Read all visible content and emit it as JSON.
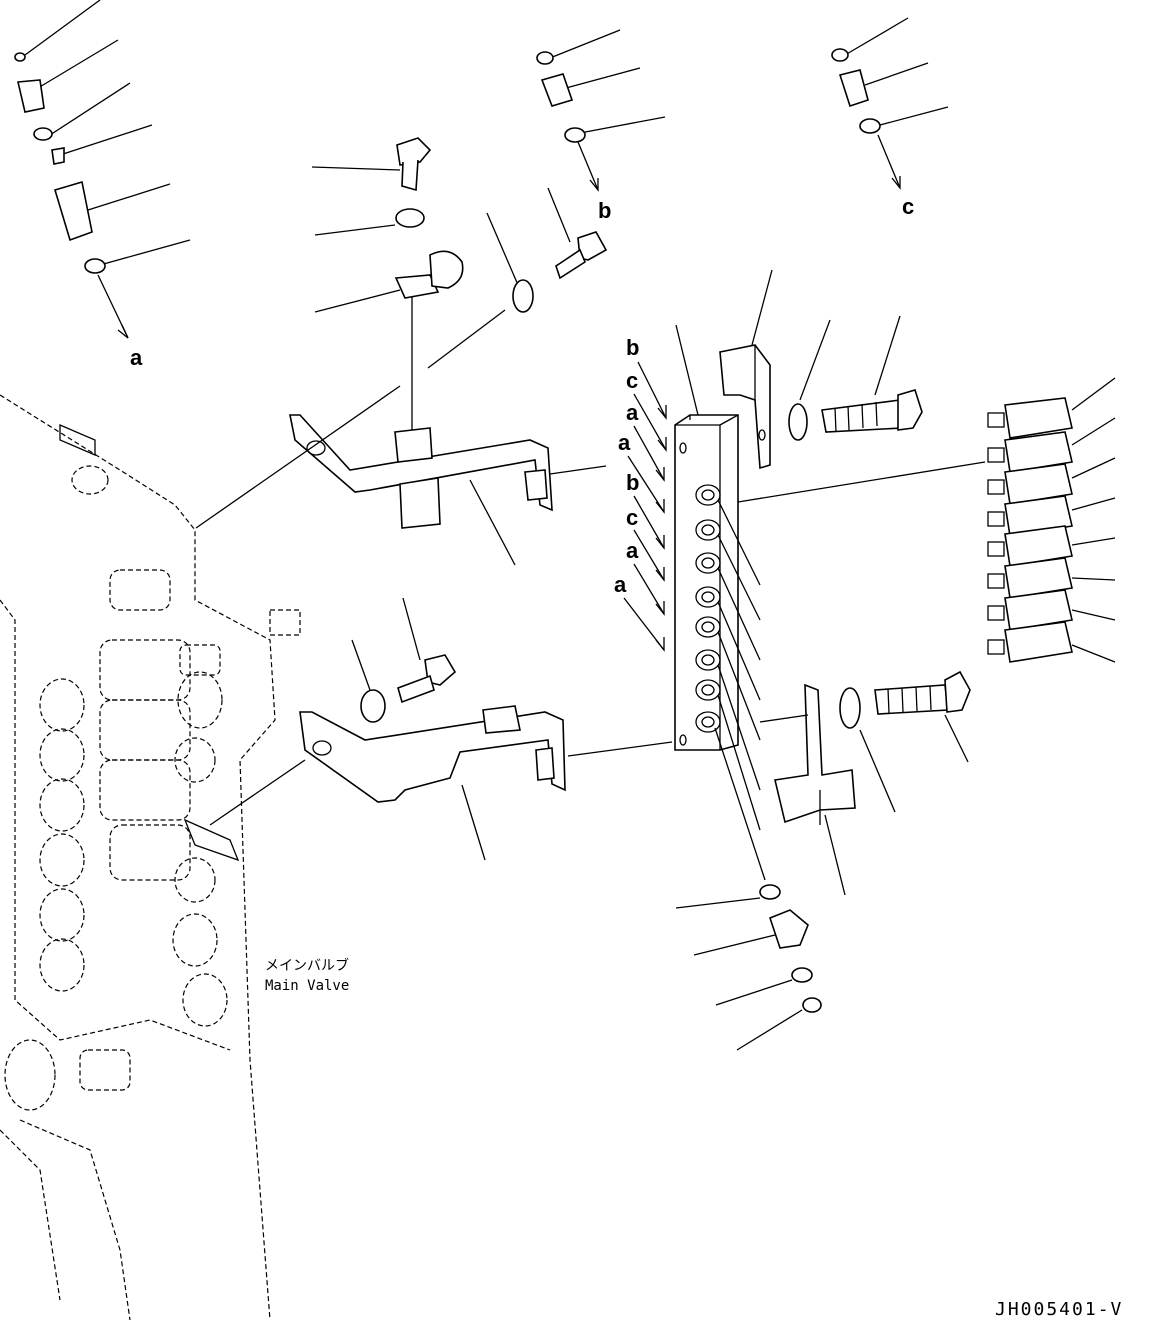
{
  "diagram": {
    "callout_letters": {
      "a_top_left": "a",
      "b_top_center": "b",
      "c_top_right": "c",
      "block_ports": [
        "b",
        "c",
        "a",
        "a",
        "b",
        "c",
        "a",
        "a"
      ]
    },
    "main_valve_label_jp": "メインバルブ",
    "main_valve_label_en": "Main Valve",
    "drawing_code": "JH005401-V"
  }
}
